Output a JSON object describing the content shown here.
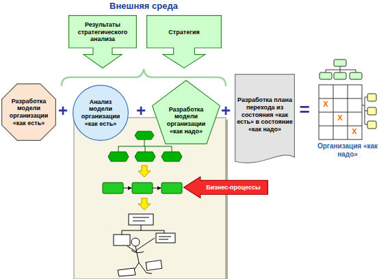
{
  "diagram": {
    "title": "Внешняя среда",
    "nodes": [
      {
        "text": [
          "Результаты стратегического анализа"
        ]
      },
      {
        "text": [
          "Стратегия"
        ]
      },
      {
        "text": [
          "Разработка модели организации «как есть»"
        ]
      },
      {
        "text": [
          "Анализ модели организации «как есть»"
        ]
      },
      {
        "text": [
          "Разработка модели организации «как надо»"
        ]
      },
      {
        "text": [
          "Разработка плана перехода из состояния «как есть» в состояние «как надо»"
        ]
      },
      {
        "text": [
          "Бизнес-процессы"
        ]
      }
    ],
    "labels": [
      "+",
      "+",
      "+",
      "=",
      "X",
      "X",
      "X",
      "Организация «как надо»"
    ]
  }
}
